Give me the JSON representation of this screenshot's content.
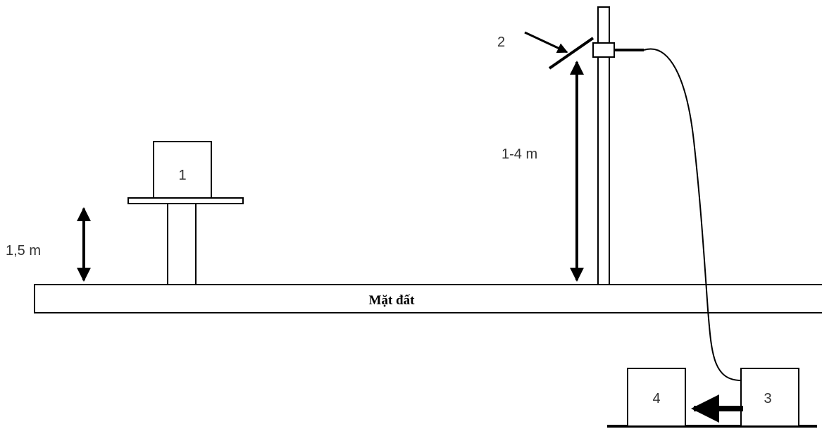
{
  "labels": {
    "instrument": "1",
    "sensor": "2",
    "receiver": "3",
    "recorder": "4",
    "height_instrument": "1,5 m",
    "height_sensor": "1-4 m",
    "ground": "Mặt đất"
  },
  "colors": {
    "stroke": "#000000",
    "text": "#333333",
    "background": "#ffffff"
  }
}
